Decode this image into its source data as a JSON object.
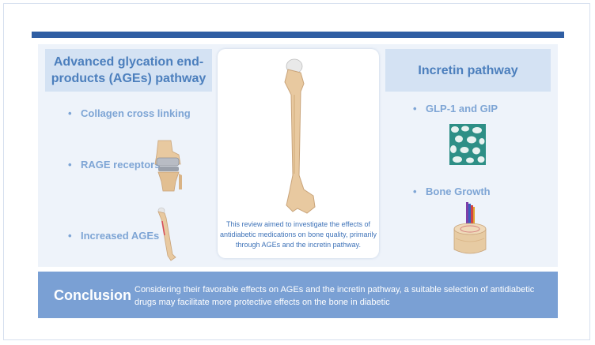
{
  "left": {
    "header": "Advanced glycation end-products (AGEs) pathway",
    "items": [
      "Collagen cross linking",
      "RAGE receptors",
      "Increased AGEs"
    ]
  },
  "center": {
    "caption": "This review aimed to investigate the effects of antidiabetic medications on bone quality, primarily through  AGEs and the incretin pathway."
  },
  "right": {
    "header": "Incretin pathway",
    "items": [
      "GLP-1 and GIP",
      "Bone Growth"
    ]
  },
  "conclusion": {
    "title": "Conclusion",
    "text": "Considering their favorable effects on AGEs and the incretin pathway, a suitable selection of antidiabetic drugs may facilitate more protective effects on the bone in diabetic"
  },
  "colors": {
    "dark_bar": "#2f5ea3",
    "header_bg": "#d4e2f3",
    "bullet_text": "#7ea5d5",
    "conclusion_bg": "#7aa0d4"
  },
  "icons": [
    "femur-bone-icon",
    "knee-joint-icon",
    "small-femur-icon",
    "trabecular-bone-icon",
    "bone-growth-cylinder-icon"
  ]
}
